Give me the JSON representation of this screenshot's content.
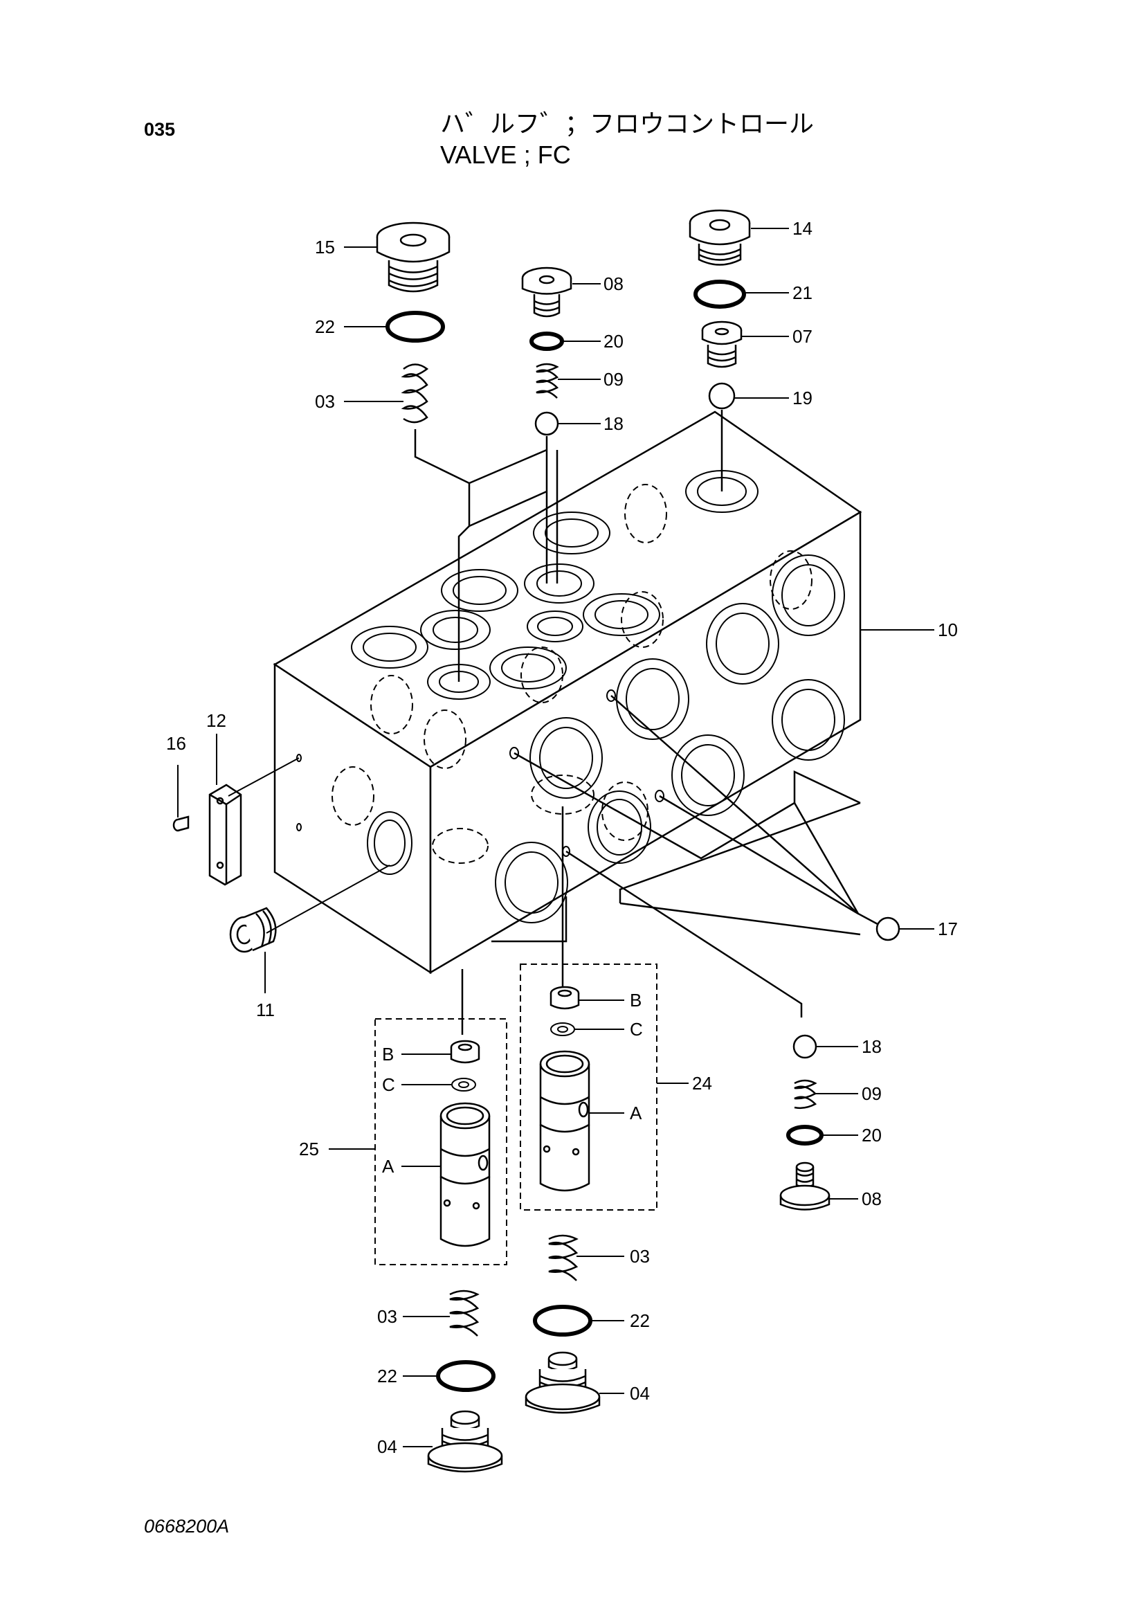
{
  "header": {
    "page_number": "035",
    "title_jp": "ハ゛ルフ゛；フロウコントロール",
    "title_en": "VALVE ; FC"
  },
  "footer": {
    "drawing_code": "0668200A"
  },
  "callouts": {
    "p15": "15",
    "p22a": "22",
    "p03a": "03",
    "p08a": "08",
    "p20a": "20",
    "p09a": "09",
    "p18a": "18",
    "p14": "14",
    "p21": "21",
    "p07": "07",
    "p19": "19",
    "p10": "10",
    "p12": "12",
    "p16": "16",
    "p11": "11",
    "p17": "17",
    "p18b": "18",
    "p09b": "09",
    "p20b": "20",
    "p08b": "08",
    "p24": "24",
    "p24B": "B",
    "p24C": "C",
    "p24A": "A",
    "p25": "25",
    "p25B": "B",
    "p25C": "C",
    "p25A": "A",
    "p03b": "03",
    "p22b": "22",
    "p04b": "04",
    "p03c": "03",
    "p22c": "22",
    "p04c": "04"
  }
}
